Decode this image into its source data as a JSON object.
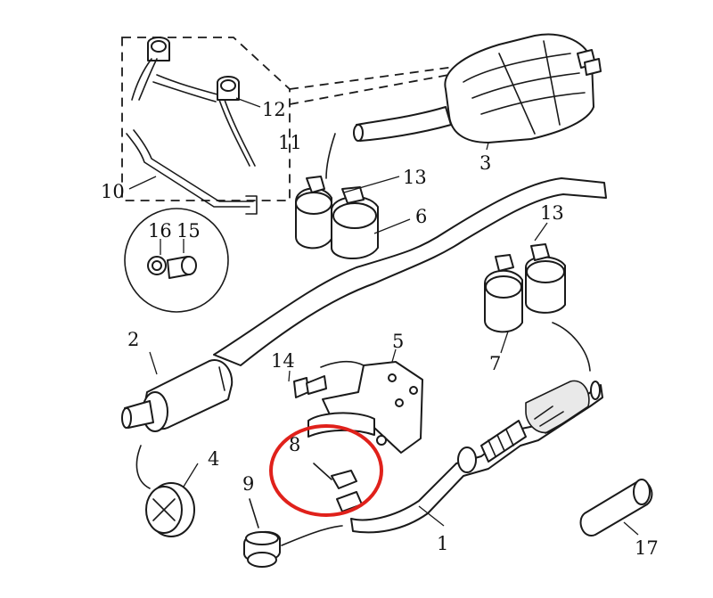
{
  "callouts": {
    "c1": "1",
    "c2": "2",
    "c3": "3",
    "c4": "4",
    "c5": "5",
    "c6": "6",
    "c7": "7",
    "c8": "8",
    "c9": "9",
    "c10": "10",
    "c11": "11",
    "c12": "12",
    "c13a": "13",
    "c13b": "13",
    "c14": "14",
    "c15": "15",
    "c16": "16",
    "c17": "17"
  },
  "colors": {
    "line": "#1a1a1a",
    "highlight": "#e0211b",
    "background": "#ffffff"
  }
}
